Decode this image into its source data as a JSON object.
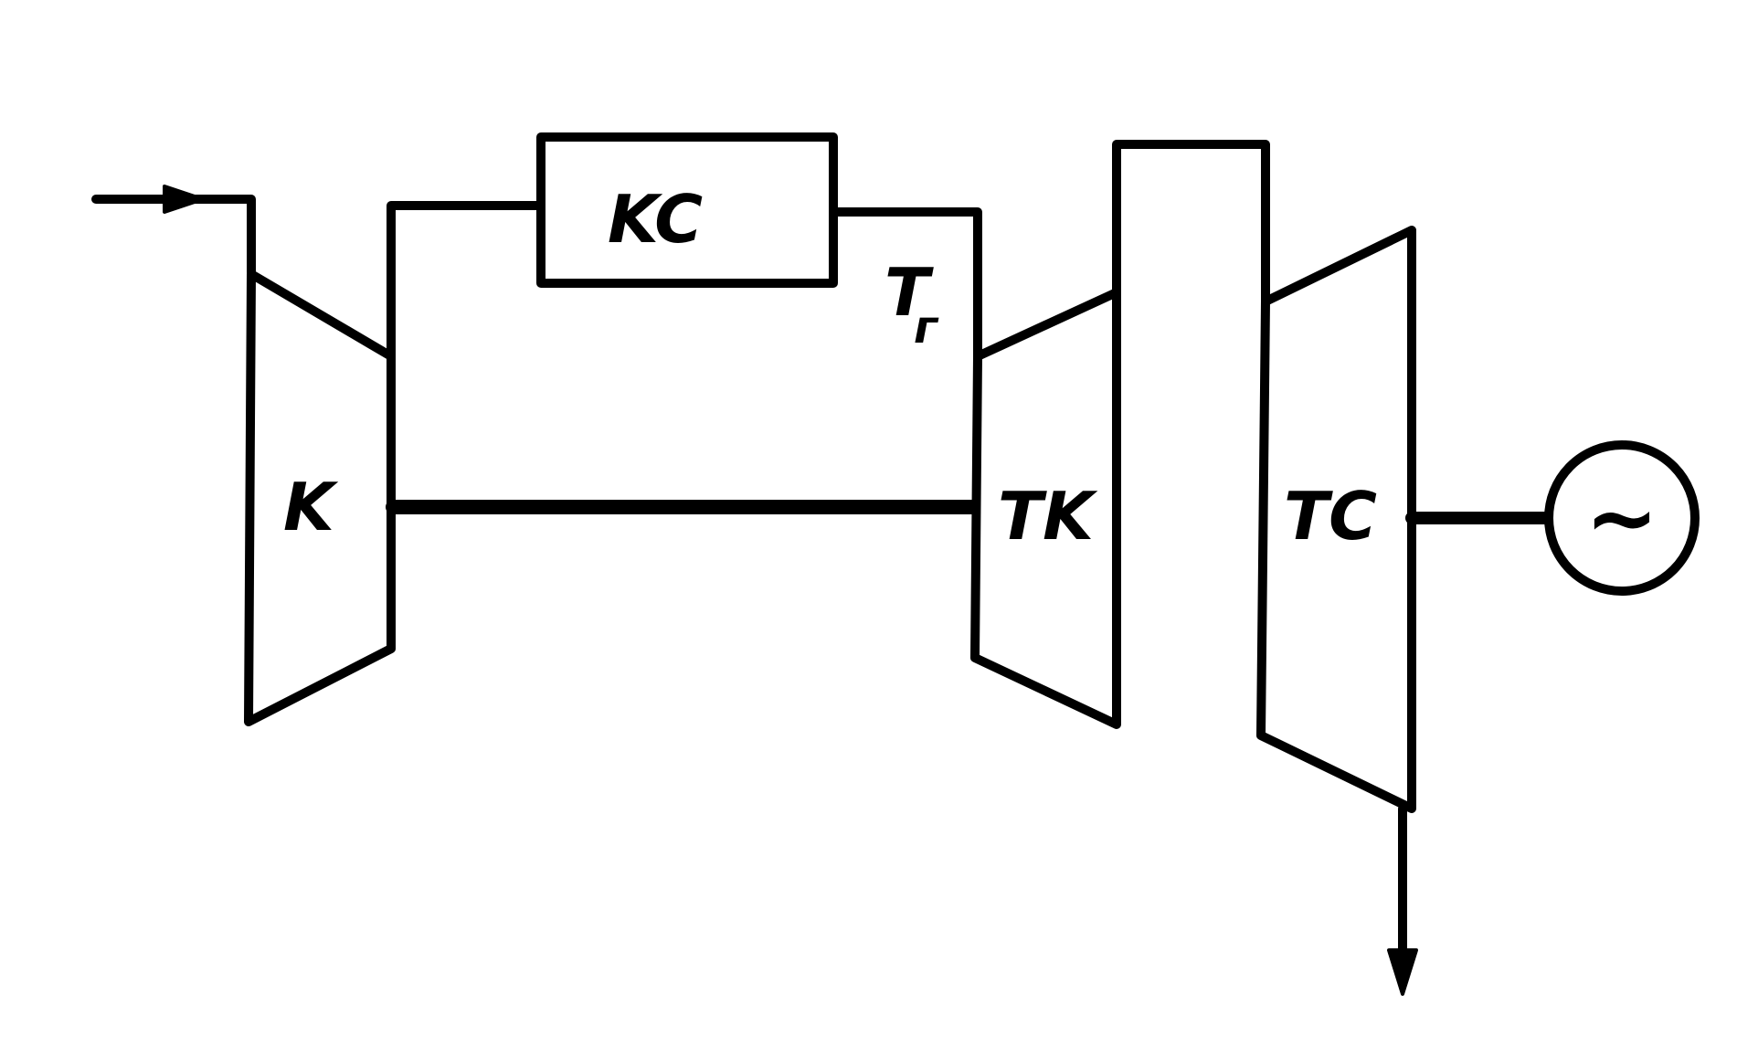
{
  "diagram": {
    "line_color": "#000000",
    "background": "#ffffff",
    "labels": {
      "compressor": "K",
      "combustion_chamber": "KC",
      "gas_temperature": "T",
      "gas_temperature_subscript": "г",
      "compressor_turbine": "TK",
      "power_turbine": "TC",
      "generator_symbol": "~"
    },
    "icons": {
      "inlet": "arrow-right-icon",
      "exhaust": "arrow-down-icon",
      "generator": "ac-generator-icon"
    }
  }
}
